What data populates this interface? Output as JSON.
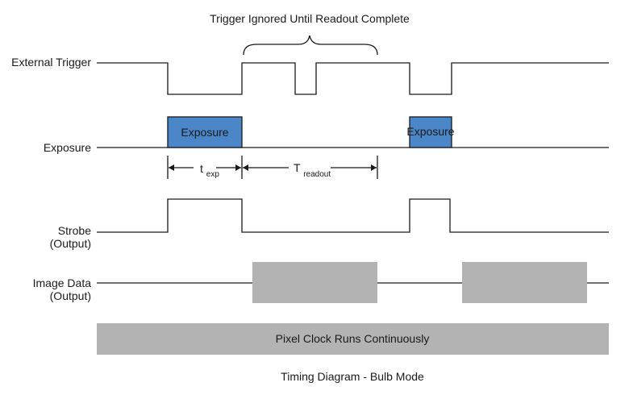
{
  "header": {
    "annotation": "Trigger Ignored Until Readout Complete"
  },
  "signals": {
    "external_trigger": "External Trigger",
    "exposure": "Exposure",
    "strobe_line1": "Strobe",
    "strobe_line2": "(Output)",
    "image_data_line1": "Image Data",
    "image_data_line2": "(Output)"
  },
  "exposure_boxes": {
    "first": "Exposure",
    "second": "Exposure"
  },
  "timing": {
    "t_exp_main": "t",
    "t_exp_sub": "exp",
    "t_readout_main": "T",
    "t_readout_sub": "readout"
  },
  "pixel_clock": {
    "label": "Pixel Clock Runs Continuously"
  },
  "caption": "Timing Diagram - Bulb Mode",
  "colors": {
    "exposure_fill": "#4a86c8",
    "data_fill": "#b3b3b3",
    "line": "#1a1a1a"
  }
}
